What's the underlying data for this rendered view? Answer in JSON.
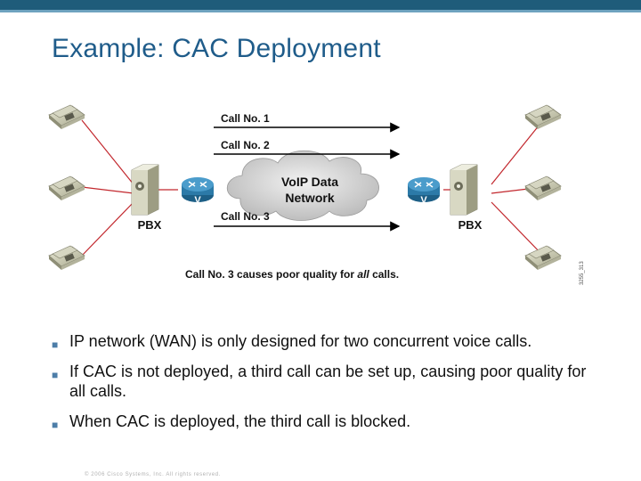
{
  "slide": {
    "title": "Example: CAC Deployment",
    "footer": "© 2006 Cisco Systems, Inc. All rights reserved."
  },
  "diagram": {
    "calls": [
      "Call No. 1",
      "Call No. 2",
      "Call No. 3"
    ],
    "cloud_label_line1": "VoIP Data",
    "cloud_label_line2": "Network",
    "pbx_left": "PBX",
    "pbx_right": "PBX",
    "caption_prefix": "Call No. 3 causes poor quality for ",
    "caption_italic": "all",
    "caption_suffix": " calls.",
    "figure_id": "3255_313",
    "router_glyph": "V"
  },
  "bullets": [
    "IP network (WAN) is only designed for two concurrent voice calls.",
    "If CAC is not deployed, a third call can be set up, causing poor quality for all calls.",
    "When CAC is deployed, the third call is blocked."
  ],
  "colors": {
    "title": "#1f5c8a",
    "link_line": "#c2272d",
    "router": "#2c7aa8",
    "bullet_marker": "#4d7ea8"
  },
  "icons": {
    "bullet": "square-bullet-icon",
    "phone": "ip-phone-icon",
    "pbx": "pbx-icon",
    "router": "voice-router-icon",
    "cloud": "cloud-icon",
    "arrow": "arrow-right-icon"
  }
}
